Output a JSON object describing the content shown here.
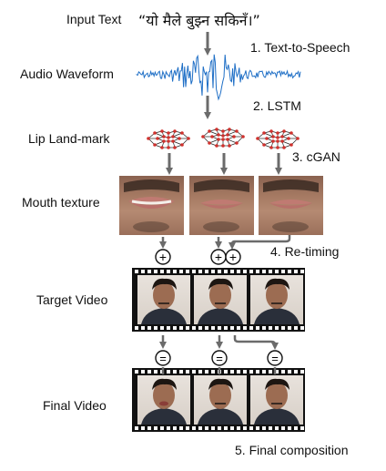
{
  "labels": {
    "input_text": "Input Text",
    "audio_waveform": "Audio Waveform",
    "lip_landmark": "Lip Land-mark",
    "mouth_texture": "Mouth texture",
    "target_video": "Target Video",
    "final_video": "Final Video"
  },
  "steps": {
    "tts": "1. Text-to-Speech",
    "lstm": "2. LSTM",
    "cgan": "3. cGAN",
    "retiming": "4. Re-timing",
    "final": "5. Final composition"
  },
  "input_quote": "“यो मैले बुझ्न सकिनँ।”",
  "symbols": {
    "plus": "+",
    "equals": "="
  },
  "colors": {
    "waveform": "#1f6fc6",
    "landmark_line": "#222222",
    "landmark_dot": "#d0312d",
    "arrow": "#6b6b6b"
  }
}
